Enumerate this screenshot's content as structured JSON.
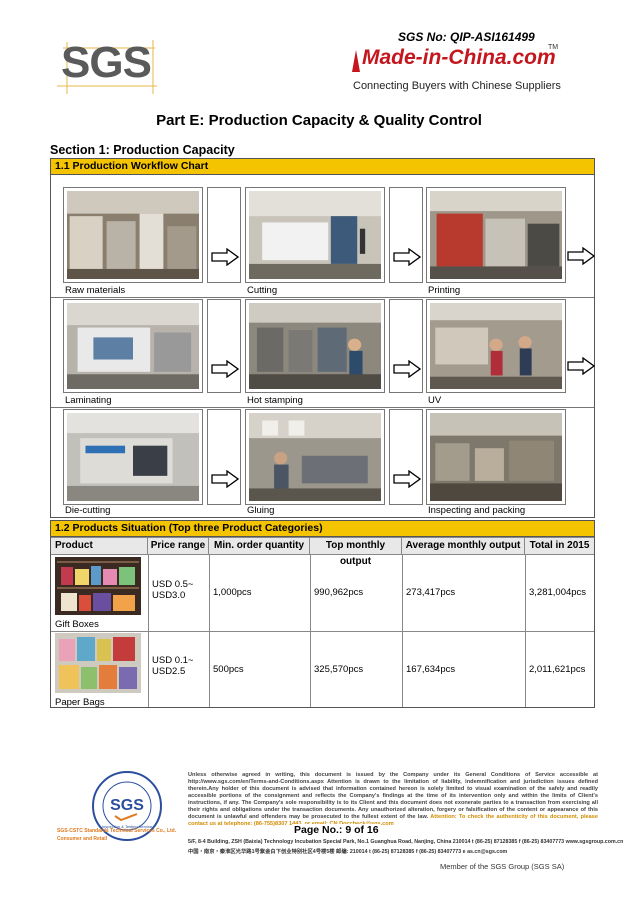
{
  "header": {
    "report_no": "SGS No: QIP-ASI161499",
    "sgs_logo_text": "SGS",
    "mic_logo_text": "Made-in-China.com",
    "mic_tm": "TM",
    "mic_tagline": "Connecting Buyers with Chinese Suppliers"
  },
  "part_title": "Part E: Production Capacity & Quality Control",
  "section_title": "Section 1: Production Capacity",
  "workflow": {
    "heading": "1.1 Production Workflow Chart",
    "steps": [
      {
        "caption": "Raw materials",
        "photo": "warehouse-photo"
      },
      {
        "caption": "Cutting",
        "photo": "cutting-machine-photo"
      },
      {
        "caption": "Printing",
        "photo": "printing-machine-photo"
      },
      {
        "caption": "Laminating",
        "photo": "laminating-machine-photo"
      },
      {
        "caption": "Hot stamping",
        "photo": "hot-stamping-photo"
      },
      {
        "caption": "UV",
        "photo": "uv-workshop-photo"
      },
      {
        "caption": "Die-cutting",
        "photo": "die-cutting-machine-photo"
      },
      {
        "caption": "Gluing",
        "photo": "gluing-workshop-photo"
      },
      {
        "caption": "Inspecting and packing",
        "photo": "packing-workshop-photo"
      }
    ]
  },
  "products": {
    "heading": "1.2 Products Situation (Top three Product Categories)",
    "columns": [
      "Product",
      "Price range",
      "Min. order quantity",
      "Top monthly output",
      "Average monthly output",
      "Total in 2015"
    ],
    "rows": [
      {
        "product": "Gift Boxes",
        "price_line1": "USD 0.5~",
        "price_line2": "USD3.0",
        "moq": "1,000pcs",
        "top_monthly": "990,962pcs",
        "avg_monthly": "273,417pcs",
        "total_2015": "3,281,004pcs"
      },
      {
        "product": "Paper Bags",
        "price_line1": "USD 0.1~",
        "price_line2": "USD2.5",
        "moq": "500pcs",
        "top_monthly": "325,570pcs",
        "avg_monthly": "167,634pcs",
        "total_2015": "2,011,621pcs"
      }
    ]
  },
  "footer": {
    "disclaimer": "Unless otherwise agreed in writing, this document is issued by the Company under its General Conditions of Service accessible at http://www.sgs.com/en/Terms-and-Conditions.aspx Attention is drawn to the limitation of liability, indemnification and jurisdiction issues defined therein.Any holder of this document is advised that information contained hereon is solely limited to visual examination of the safely and readily accessible portions of the consignment and reflects the Company's findings at the time of its intervention only and within the limits of Client's instructions, if any. The Company's sole responsibility is to its Client and this document does not exonerate parties to a transaction from exercising all their rights and obligations under the transaction documents. Any unauthorized alteration, forgery or falsification of the content or appearance of this document is unlawful and offenders may be prosecuted to the fullest extent of the law.",
    "attention": "Attention: To check the authenticity of this document, please contact us at telephone: (86-755)8307 1443, or email: CN.Doccheck@sgs.com",
    "page_no": "Page No.: 9 of 16",
    "address_en": "5/F, 8-4 Building, ZSH (Baixia) Technology Incubation Special Park, No.1 Guanghua Road, Nanjing, China  210014    t (86-25) 87128385    f (86-25) 83407773    www.sgsgroup.com.cn",
    "address_cn": "中国・南京・秦淮区光华路1号紫金白下创业特别社区4号楼5楼  邮编: 210014    t (86-25) 87128385    f (86-25) 83407773    e  as.cn@sgs.com",
    "member": "Member of the SGS Group (SGS SA)",
    "stamp_company": "SGS-CSTC Standards Technical Services Co., Ltd.",
    "stamp_dept": "Consumer and Retail",
    "stamp_service": "Inspection & Testing Service"
  },
  "colors": {
    "section_header": "#f5c400",
    "brand_red": "#c4161c",
    "sgs_grey": "#5a5a5a",
    "stamp_blue": "#2b4f9e",
    "stamp_orange": "#e07a1e"
  }
}
